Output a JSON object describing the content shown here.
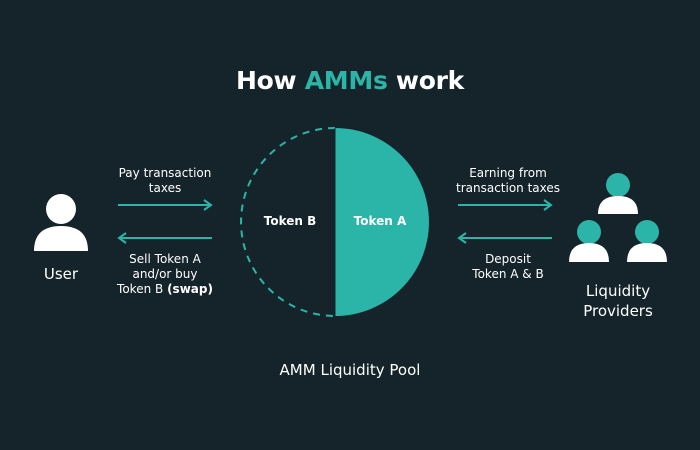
{
  "title": {
    "prefix": "How ",
    "accent": "AMMs",
    "suffix": " work"
  },
  "user": {
    "label": "User"
  },
  "providers": {
    "line1": "Liquidity",
    "line2": "Providers"
  },
  "left_top_arrow": {
    "line1": "Pay transaction",
    "line2": "taxes"
  },
  "left_bottom_arrow": {
    "line1": "Sell Token A",
    "line2": "and/or buy",
    "line3_prefix": "Token B ",
    "line3_bold": "(swap)"
  },
  "right_top_arrow": {
    "line1": "Earning from",
    "line2": "transaction taxes"
  },
  "right_bottom_arrow": {
    "line1": "Deposit",
    "line2": "Token A & B"
  },
  "pool": {
    "token_b": "Token B",
    "token_a": "Token A",
    "label": "AMM Liquidity Pool"
  },
  "colors": {
    "background": "#15242b",
    "accent": "#2bb5a8",
    "text": "#ffffff"
  }
}
